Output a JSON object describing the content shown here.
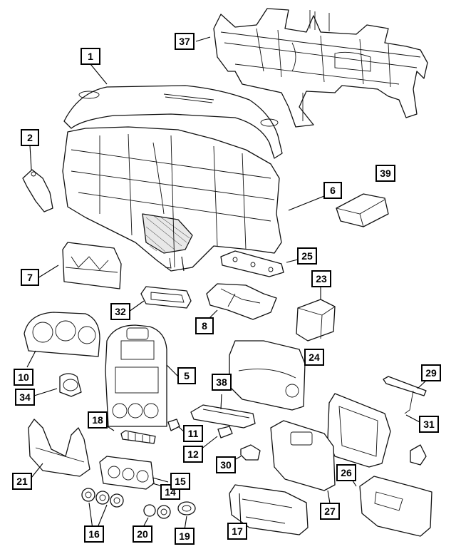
{
  "callouts": [
    {
      "id": "c1",
      "label": "1"
    },
    {
      "id": "c2",
      "label": "2"
    },
    {
      "id": "c5",
      "label": "5"
    },
    {
      "id": "c6",
      "label": "6"
    },
    {
      "id": "c7",
      "label": "7"
    },
    {
      "id": "c8",
      "label": "8"
    },
    {
      "id": "c10",
      "label": "10"
    },
    {
      "id": "c11",
      "label": "11"
    },
    {
      "id": "c12",
      "label": "12"
    },
    {
      "id": "c14",
      "label": "14"
    },
    {
      "id": "c15",
      "label": "15"
    },
    {
      "id": "c16",
      "label": "16"
    },
    {
      "id": "c17",
      "label": "17"
    },
    {
      "id": "c18",
      "label": "18"
    },
    {
      "id": "c19",
      "label": "19"
    },
    {
      "id": "c20",
      "label": "20"
    },
    {
      "id": "c21",
      "label": "21"
    },
    {
      "id": "c23",
      "label": "23"
    },
    {
      "id": "c24",
      "label": "24"
    },
    {
      "id": "c25",
      "label": "25"
    },
    {
      "id": "c26",
      "label": "26"
    },
    {
      "id": "c27",
      "label": "27"
    },
    {
      "id": "c29",
      "label": "29"
    },
    {
      "id": "c30",
      "label": "30"
    },
    {
      "id": "c31",
      "label": "31"
    },
    {
      "id": "c32",
      "label": "32"
    },
    {
      "id": "c34",
      "label": "34"
    },
    {
      "id": "c37",
      "label": "37"
    },
    {
      "id": "c38",
      "label": "38"
    },
    {
      "id": "c39",
      "label": "39"
    }
  ]
}
